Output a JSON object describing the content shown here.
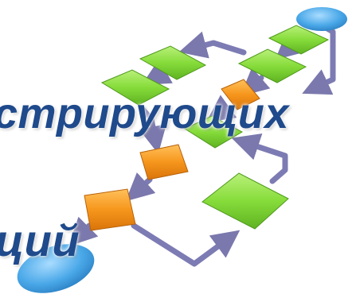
{
  "diagram": {
    "type": "flowchart-illustration",
    "colors": {
      "process_block": "#7ed636",
      "decision_block": "#f39a1e",
      "terminator": "#4aa8e8",
      "connector": "#7a78ad",
      "caption_text": "#1f4a8c"
    }
  },
  "caption": {
    "line1": "стрирующих",
    "line2": "ций"
  }
}
